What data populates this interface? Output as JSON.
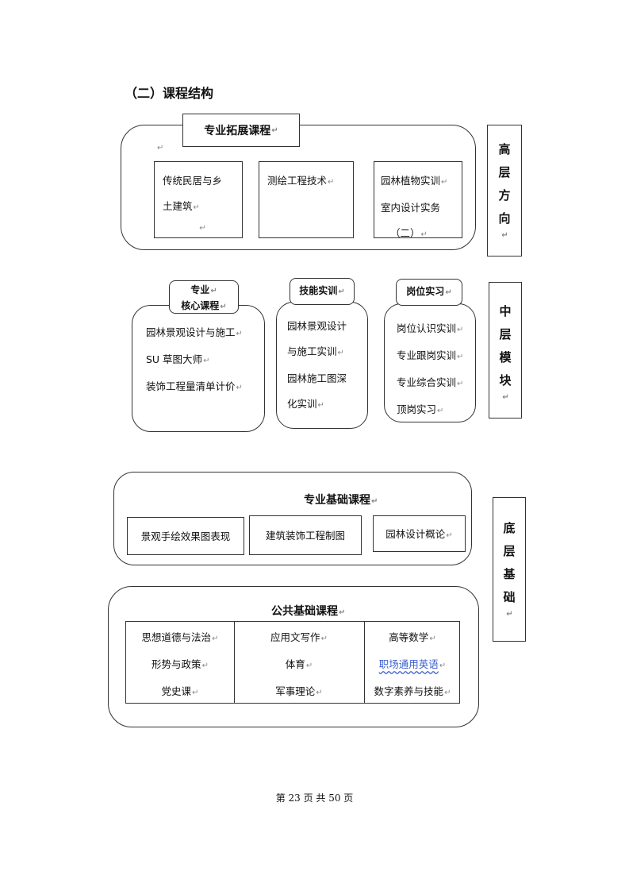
{
  "section_heading": "（二）课程结构",
  "top": {
    "tab": "专业拓展课程",
    "box1": [
      "传统民居与乡",
      "土建筑"
    ],
    "box2": [
      "测绘工程技术"
    ],
    "box3": [
      "园林植物实训",
      "室内设计实务",
      "（二）"
    ],
    "side": [
      "高",
      "层",
      "方",
      "向"
    ]
  },
  "middle": {
    "core_tab": [
      "专业",
      "核心课程"
    ],
    "core_items": [
      "园林景观设计与施工",
      "SU 草图大师",
      "装饰工程量清单计价"
    ],
    "skill_tab": "技能实训",
    "skill_items": [
      "园林景观设计",
      "与施工实训",
      "园林施工图深",
      "化实训"
    ],
    "post_tab": "岗位实习",
    "post_items": [
      "岗位认识实训",
      "专业跟岗实训",
      "专业综合实训",
      "顶岗实习"
    ],
    "side": [
      "中",
      "层",
      "模",
      "块"
    ]
  },
  "foundation": {
    "title": "专业基础课程",
    "items": [
      "景观手绘效果图表现",
      "建筑装饰工程制图",
      "园林设计概论"
    ]
  },
  "public": {
    "title": "公共基础课程",
    "col1": [
      "思想道德与法治",
      "形势与政策",
      "党史课"
    ],
    "col2": [
      "应用文写作",
      "体育",
      "军事理论"
    ],
    "col3": [
      "高等数学",
      "职场通用英语",
      "数字素养与技能"
    ]
  },
  "bottom_side": [
    "底",
    "层",
    "基",
    "础"
  ],
  "footer": "第 23 页 共 50 页"
}
